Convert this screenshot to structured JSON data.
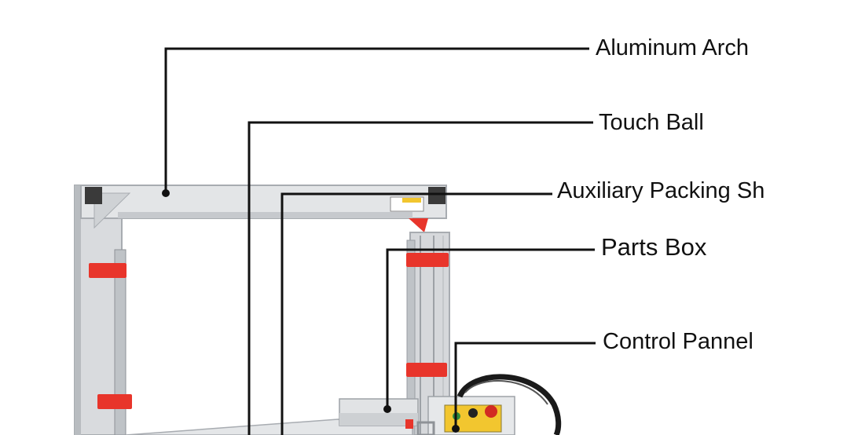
{
  "callouts": {
    "aluminum_arch": "Aluminum Arch",
    "touch_ball": "Touch Ball",
    "auxiliary_packing_shaft": "Auxiliary Packing Sh",
    "parts_box": "Parts Box",
    "control_pannel": "Control Pannel"
  },
  "colors": {
    "frame": "#d7d9dc",
    "frame_shadow": "#a9adb2",
    "clamp": "#e8352b",
    "leader_line": "#111111",
    "background": "#ffffff"
  }
}
